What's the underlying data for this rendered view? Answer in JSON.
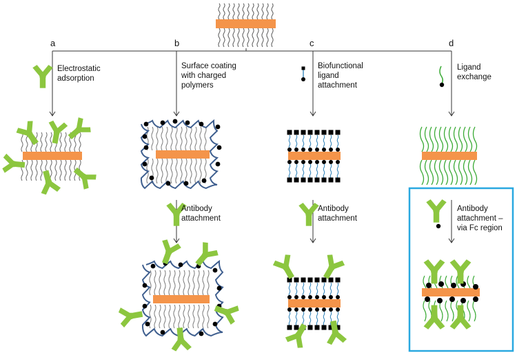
{
  "columns": [
    {
      "letter": "a",
      "method": "Electrostatic\nadsorption"
    },
    {
      "letter": "b",
      "method": "Surface coating\nwith charged\npolymers",
      "attachment": "Antibody\nattachment"
    },
    {
      "letter": "c",
      "method": "Biofunctional\nligand\nattachment",
      "attachment": "Antibody\nattachment"
    },
    {
      "letter": "d",
      "method": "Ligand\nexchange",
      "attachment": "Antibody\nattachment –\nvia Fc region"
    }
  ],
  "colors": {
    "rod": "#f4944a",
    "antibody": "#8cc63f",
    "polymer": "#3f5f8f",
    "ligand": "#2a7fb8",
    "exchange_ligand": "#3aaa35",
    "highlight_box": "#29a8e0",
    "arrow": "#333333",
    "bead": "#000000"
  },
  "icons": [
    "antibody-icon",
    "ligand-icon",
    "nanorod-icon"
  ]
}
